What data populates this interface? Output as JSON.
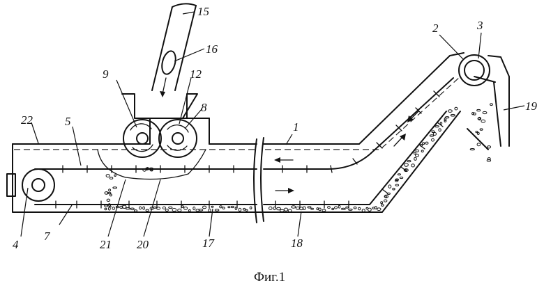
{
  "caption": "Фиг.1",
  "labels": {
    "l1": "1",
    "l2": "2",
    "l3": "3",
    "l4": "4",
    "l5": "5",
    "l7": "7",
    "l8": "8",
    "l9": "9",
    "l12": "12",
    "l15": "15",
    "l16": "16",
    "l17": "17",
    "l18": "18",
    "l19": "19",
    "l20": "20",
    "l21": "21",
    "l22": "22"
  }
}
